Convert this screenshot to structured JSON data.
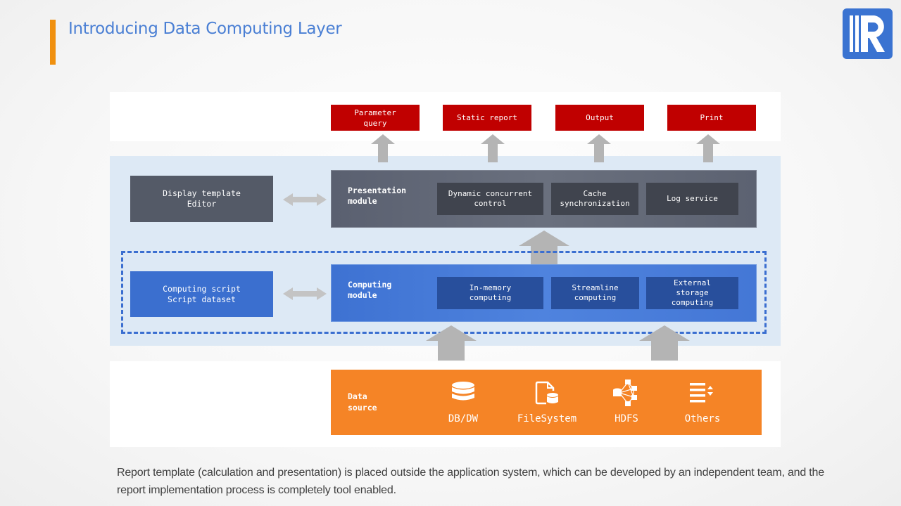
{
  "header": {
    "title": "Introducing Data Computing Layer",
    "logo_letter": "R",
    "accent_color": "#f0900f",
    "title_color": "#4a7fd4",
    "logo_color": "#3a73d1"
  },
  "outputs": [
    {
      "label": "Parameter\nquery"
    },
    {
      "label": "Static report"
    },
    {
      "label": "Output"
    },
    {
      "label": "Print"
    }
  ],
  "presentation_layer": {
    "editor_label": "Display template\nEditor",
    "module_label": "Presentation\nmodule",
    "components": [
      {
        "label": "Dynamic concurrent\ncontrol"
      },
      {
        "label": "Cache\nsynchronization"
      },
      {
        "label": "Log service"
      }
    ]
  },
  "computing_layer": {
    "editor_label": "Computing script\nScript dataset",
    "module_label": "Computing\nmodule",
    "components": [
      {
        "label": "In-memory\ncomputing"
      },
      {
        "label": "Streamline\ncomputing"
      },
      {
        "label": "External\nstorage\ncomputing"
      }
    ]
  },
  "data_source": {
    "label": "Data\nsource",
    "items": [
      {
        "name": "DB/DW",
        "icon": "database-icon"
      },
      {
        "name": "FileSystem",
        "icon": "file-database-icon"
      },
      {
        "name": "HDFS",
        "icon": "network-nodes-icon"
      },
      {
        "name": "Others",
        "icon": "list-sort-icon"
      }
    ]
  },
  "colors": {
    "output_box": "#c00000",
    "presentation_module": "#5e6472",
    "computing_module": "#4477d6",
    "data_source": "#f58426",
    "dashed_frame": "#3a6ed0"
  },
  "caption": "Report template (calculation and presentation) is placed outside the application system, which can be developed by an independent team, and the report implementation process is completely tool enabled."
}
